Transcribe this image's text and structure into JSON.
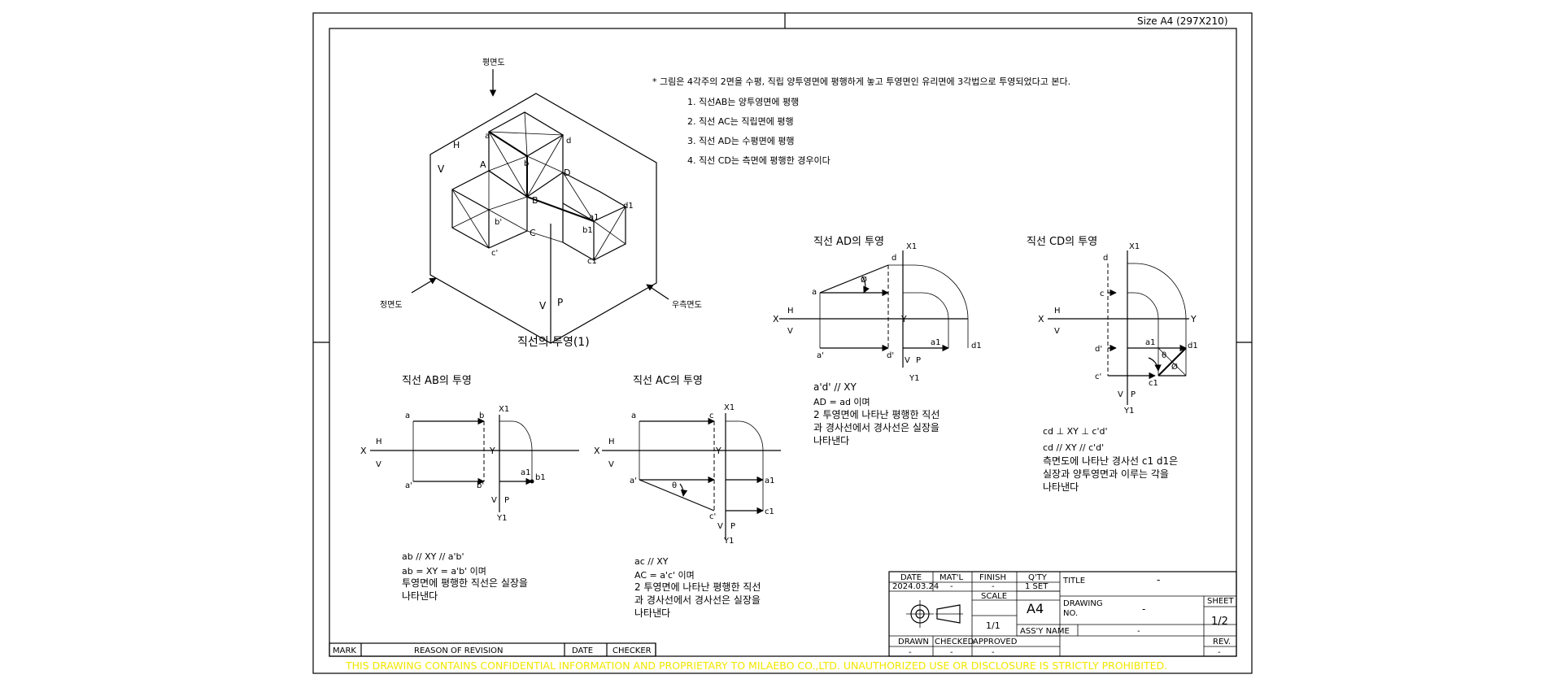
{
  "sheet": {
    "size_label": "Size A4 (297X210)"
  },
  "note": {
    "main": "* 그림은 4각주의 2면을 수평, 직립 양투영면에 평행하게 놓고 투영면인 유리면에 3각법으로 투영되었다고 본다.",
    "items": [
      "1. 직선AB는 양투영면에 평행",
      "2. 직선 AC는 직립면에 평행",
      "3. 직선 AD는 수평면에 평행",
      "4. 직선  CD는 측면에 평행한 경우이다"
    ]
  },
  "iso": {
    "top_view": "평면도",
    "front_view": "정면도",
    "side_view": "우측면도",
    "caption": "직선의 투영(1)",
    "labels": {
      "H": "H",
      "V1": "V",
      "V2": "V",
      "P": "P",
      "a": "a",
      "d": "d",
      "A": "A",
      "b": "b",
      "D": "D",
      "B": "B",
      "bp": "b'",
      "C": "C",
      "cp": "c'",
      "a1": "a1",
      "d1": "d1",
      "b1": "b1",
      "c1": "c1"
    }
  },
  "ab": {
    "title": "직선 AB의 투영",
    "labels": {
      "X": "X",
      "H": "H",
      "V": "V",
      "Y": "Y",
      "X1": "X1",
      "Y1": "Y1",
      "Vb": "V",
      "P": "P",
      "a": "a",
      "b": "b",
      "ap": "a'",
      "bp": "b'",
      "a1": "a1",
      "b1": "b1"
    },
    "notes": [
      "ab // XY // a'b'",
      "ab = XY = a'b' 이며",
      "투영면에 평행한 직선은 실장을",
      "나타낸다"
    ]
  },
  "ac": {
    "title": "직선 AC의 투영",
    "labels": {
      "X": "X",
      "H": "H",
      "V": "V",
      "Y": "Y",
      "X1": "X1",
      "Y1": "Y1",
      "Vb": "V",
      "P": "P",
      "a": "a",
      "c": "c",
      "ap": "a'",
      "cp": "c'",
      "a1": "a1",
      "c1": "c1",
      "theta": "θ"
    },
    "notes": [
      "ac // XY",
      "AC = a'c' 이며",
      "2 투영면에 나타난 평행한 직선",
      "과 경사선에서 경사선은 실장을",
      "나타낸다"
    ]
  },
  "ad": {
    "title": "직선 AD의 투영",
    "labels": {
      "X": "X",
      "H": "H",
      "V": "V",
      "Y": "Y",
      "X1": "X1",
      "Y1": "Y1",
      "Vb": "V",
      "P": "P",
      "a": "a",
      "d": "d",
      "ap": "a'",
      "dp": "d'",
      "a1": "a1",
      "d1": "d1",
      "phi": "Ø"
    },
    "notes": [
      "a'd' // XY",
      "AD = ad 이며",
      "2 투영면에 나타난 평행한 직선",
      "과 경사선에서 경사선은 실장을",
      "나타낸다"
    ]
  },
  "cd": {
    "title": "직선 CD의 투영",
    "labels": {
      "X": "X",
      "H": "H",
      "V": "V",
      "Y": "Y",
      "X1": "X1",
      "Y1": "Y1",
      "Vb": "V",
      "P": "P",
      "d": "d",
      "c": "c",
      "dp": "d'",
      "cp": "c'",
      "a1": "a1",
      "d1": "d1",
      "c1": "c1",
      "theta": "θ",
      "phi": "Ø"
    },
    "notes": [
      "cd ⊥ XY ⊥ c'd'",
      "cd // XY // c'd'",
      "측면도에 나타난 경사선 c1 d1은",
      "실장과 양투영면과 이루는 각을",
      "나타낸다"
    ]
  },
  "revision": {
    "mark": "MARK",
    "reason": "REASON OF REVISION",
    "date": "DATE",
    "checker": "CHECKER"
  },
  "title_block": {
    "date_h": "DATE",
    "date_v": "2024.03.24",
    "matl_h": "MAT'L",
    "matl_v": "-",
    "finish_h": "FINISH",
    "finish_v": "-",
    "qty_h": "Q'TY",
    "qty_v": "1 SET",
    "title_h": "TITLE",
    "title_v": "-",
    "scale_h": "SCALE",
    "scale_v": "1/1",
    "format": "A4",
    "drawing_no_h1": "DRAWING",
    "drawing_no_h2": "NO.",
    "drawing_no_v": "-",
    "sheet_h": "SHEET",
    "sheet_v": "1/2",
    "assy_h": "ASS'Y NAME",
    "assy_v": "-",
    "drawn_h": "DRAWN",
    "drawn_v": "-",
    "checked_h": "CHECKED",
    "checked_v": "-",
    "approved_h": "APPROVED",
    "approved_v": "-",
    "rev_h": "REV.",
    "rev_v": "-"
  },
  "confidential": "THIS DRAWING CONTAINS CONFIDENTIAL INFORMATION AND PROPRIETARY TO MILAEBO CO.,LTD. UNAUTHORIZED USE OR DISCLOSURE IS STRICTLY PROHIBITED."
}
